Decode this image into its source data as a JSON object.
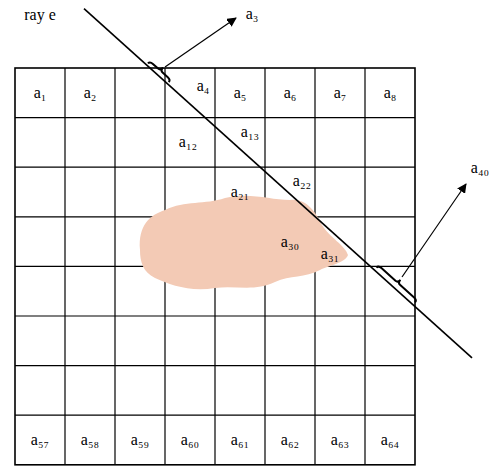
{
  "diagram": {
    "nodes": [
      {
        "text": [
          "a₁"
        ]
      },
      {
        "text": [
          "a₂"
        ]
      },
      {
        "text": [
          "a₄"
        ]
      },
      {
        "text": [
          "a₅"
        ]
      },
      {
        "text": [
          "a₆"
        ]
      },
      {
        "text": [
          "a₇"
        ]
      },
      {
        "text": [
          "a₈"
        ]
      },
      {
        "text": [
          "a₁₂"
        ]
      },
      {
        "text": [
          "a₁₃"
        ]
      },
      {
        "text": [
          "a₂₁"
        ]
      },
      {
        "text": [
          "a₂₂"
        ]
      },
      {
        "text": [
          "a₃₀"
        ]
      },
      {
        "text": [
          "a₃₁"
        ]
      },
      {
        "text": [
          "a₅₇"
        ]
      },
      {
        "text": [
          "a₅₈"
        ]
      },
      {
        "text": [
          "a₅₉"
        ]
      },
      {
        "text": [
          "a₆₀"
        ]
      },
      {
        "text": [
          "a₆₁"
        ]
      },
      {
        "text": [
          "a₆₂"
        ]
      },
      {
        "text": [
          "a₆₃"
        ]
      },
      {
        "text": [
          "a₆₄"
        ]
      }
    ],
    "labels": [
      "ray e",
      "a₃",
      "a₄₀"
    ]
  }
}
